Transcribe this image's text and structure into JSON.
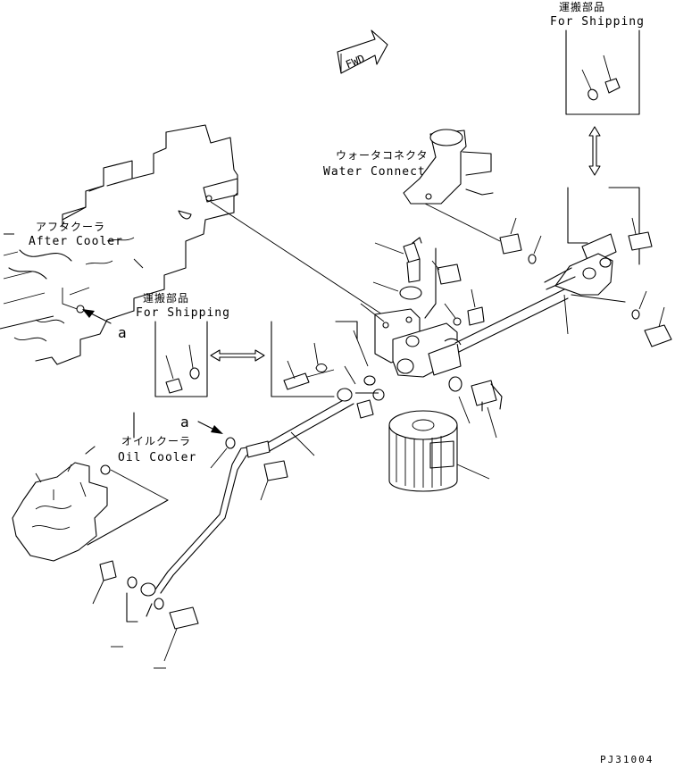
{
  "fwd": "FWD",
  "labels": {
    "shipping_top_jp": "運搬部品",
    "shipping_top_en": "For Shipping",
    "water_jp": "ウォータコネクタ",
    "water_en": "Water Connector",
    "after_jp": "アフタクーラ",
    "after_en": "After Cooler",
    "shipping_mid_jp": "運搬部品",
    "shipping_mid_en": "For Shipping",
    "oil_jp": "オイルクーラ",
    "oil_en": "Oil Cooler",
    "ref_a1": "a",
    "ref_a2": "a",
    "code": "PJ31004"
  },
  "icons": [
    "fwd-arrow-icon",
    "double-arrow-icon",
    "reference-arrow-icon"
  ]
}
